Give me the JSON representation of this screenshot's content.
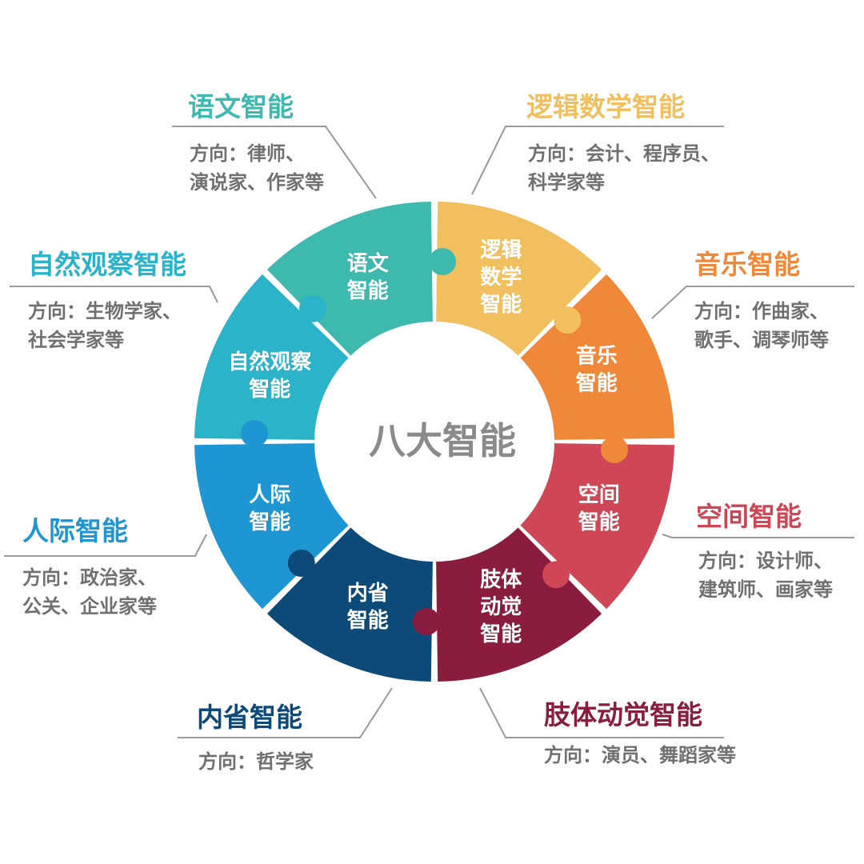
{
  "center_title": "八大智能",
  "segments": [
    {
      "id": "yuwen",
      "lines": [
        "语文",
        "智能"
      ],
      "title": "语文智能",
      "desc": [
        "方向：律师、",
        "演说家、作家等"
      ],
      "color": "#3db9ad"
    },
    {
      "id": "luoji",
      "lines": [
        "逻辑",
        "数学",
        "智能"
      ],
      "title": "逻辑数学智能",
      "desc": [
        "方向：会计、程序员、",
        "科学家等"
      ],
      "color": "#f2bf5e"
    },
    {
      "id": "yinyue",
      "lines": [
        "音乐",
        "智能"
      ],
      "title": "音乐智能",
      "desc": [
        "方向：作曲家、",
        "歌手、调琴师等"
      ],
      "color": "#f0883a"
    },
    {
      "id": "kongjian",
      "lines": [
        "空间",
        "智能"
      ],
      "title": "空间智能",
      "desc": [
        "方向：设计师、",
        "建筑师、画家等"
      ],
      "color": "#cf4656"
    },
    {
      "id": "zhiti",
      "lines": [
        "肢体",
        "动觉",
        "智能"
      ],
      "title": "肢体动觉智能",
      "desc": [
        "方向：演员、舞蹈家等"
      ],
      "color": "#8a1c3d"
    },
    {
      "id": "neixing",
      "lines": [
        "内省",
        "智能"
      ],
      "title": "内省智能",
      "desc": [
        "方向：哲学家"
      ],
      "color": "#0d4a78"
    },
    {
      "id": "renji",
      "lines": [
        "人际",
        "智能"
      ],
      "title": "人际智能",
      "desc": [
        "方向：政治家、",
        "公关、企业家等"
      ],
      "color": "#1e96d2"
    },
    {
      "id": "ziran",
      "lines": [
        "自然观察",
        "智能"
      ],
      "title": "自然观察智能",
      "desc": [
        "方向：生物学家、",
        "社会学家等"
      ],
      "color": "#2ab3c9"
    }
  ]
}
